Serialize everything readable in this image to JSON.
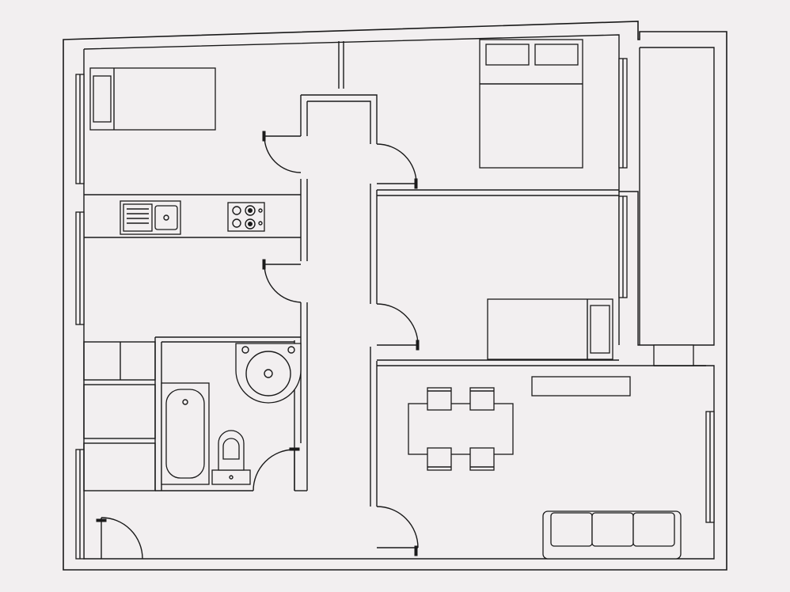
{
  "plan": {
    "background": "#f2eff0",
    "line_color": "#1a1a1a",
    "rooms": [
      "kitchen",
      "bathroom",
      "bedroom-large",
      "bedroom-small",
      "living-dining",
      "corridor",
      "balcony"
    ]
  }
}
